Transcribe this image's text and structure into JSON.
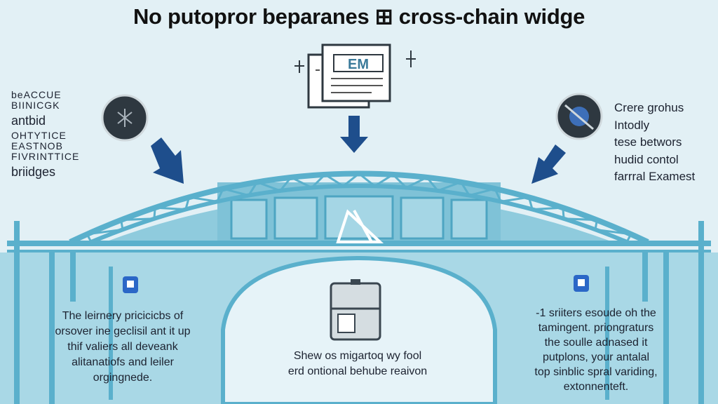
{
  "title": "No putopror beparanes ⊞ cross-chain widge",
  "left_notes": [
    "beACCUE",
    "BIINICGK",
    "antbid",
    "OHTYTICE",
    "EASTNOB",
    "FIVRINTTICE",
    "briidges"
  ],
  "right_notes": [
    "Crere grohus",
    "Intodly",
    "tese betwors",
    "hudid contol",
    "farrral Examest"
  ],
  "box_left": [
    "The leirnery pricicicbs of",
    "orsover ine geclisil ant it up",
    "thif valiers all deveank",
    "alitanatiofs and leiler",
    "orgingnede."
  ],
  "box_right": [
    "-1 sriiters esoude oh the",
    "tamingent. priongraturs",
    "the soulle adnased it",
    "putplons, your antalal",
    "top sinblic spral variding,",
    "extonnenteft."
  ],
  "box_center": [
    "Shew os migartoq wy fool",
    "erd ontional behube reaivon"
  ],
  "document_label": "EM",
  "colors": {
    "background": "#e2f0f5",
    "bridge": "#5ab0cc",
    "arrow": "#1e4e8c",
    "lower_fill": "#a9d8e6"
  }
}
